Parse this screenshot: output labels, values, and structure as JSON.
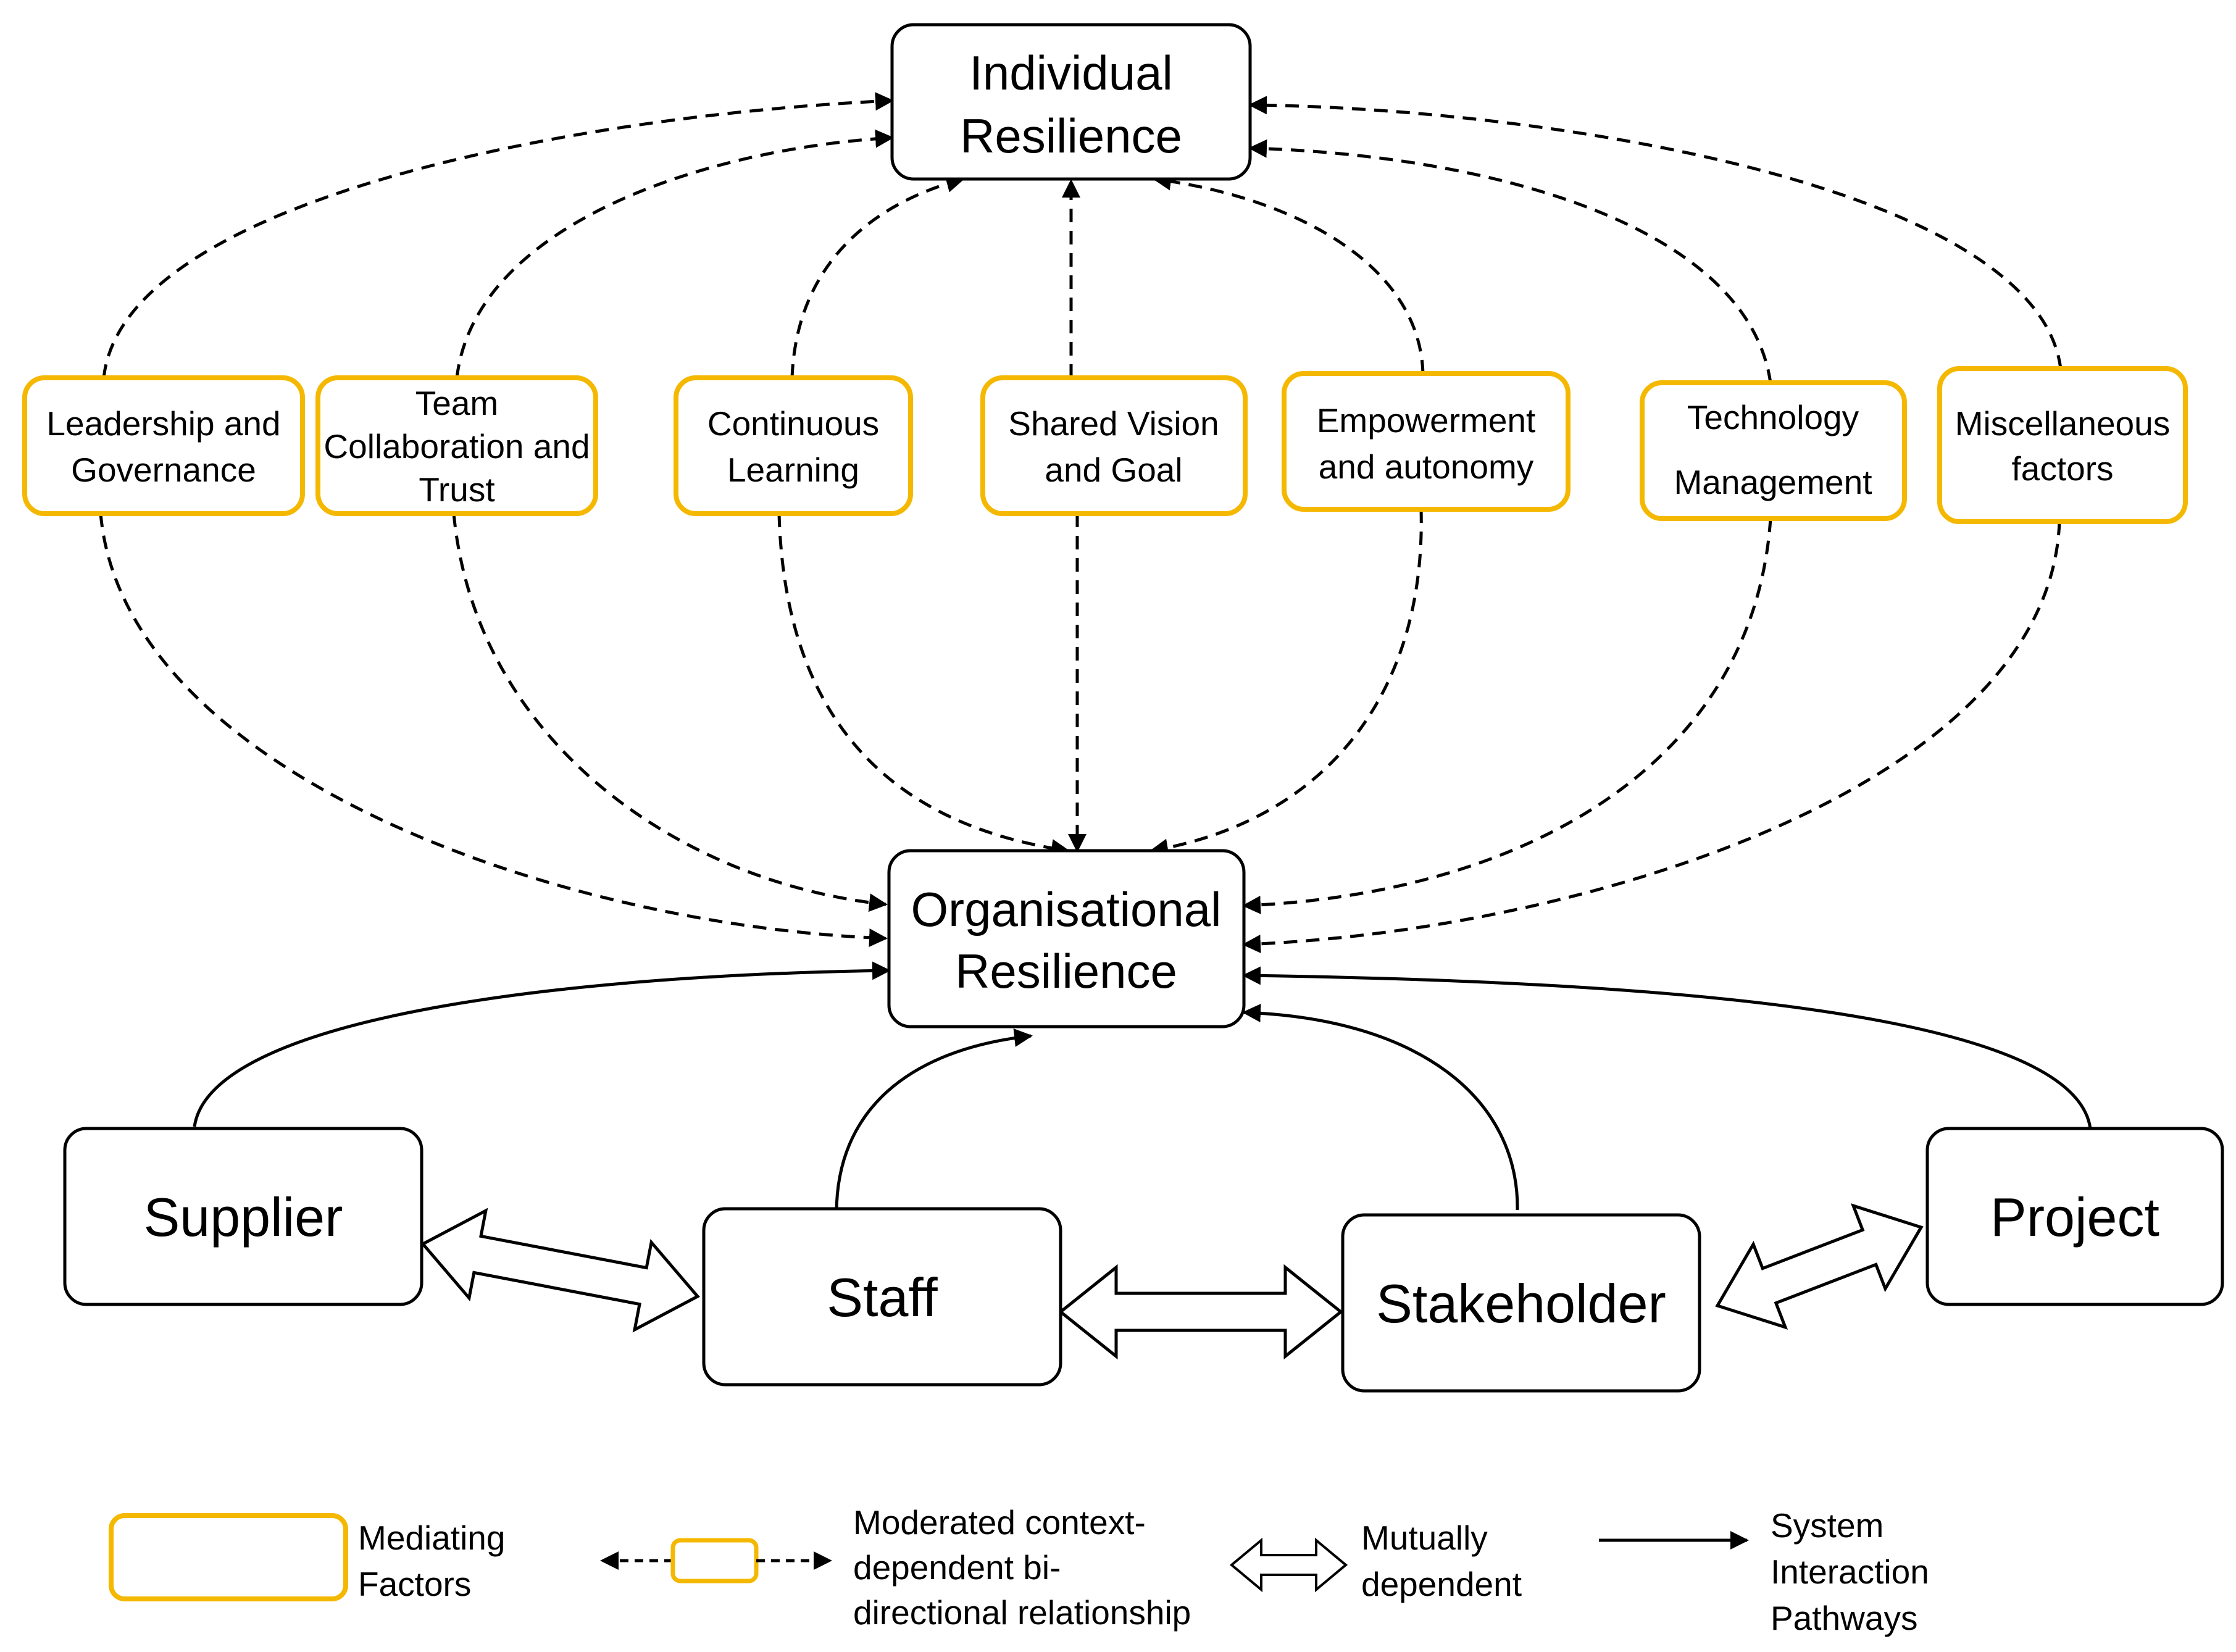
{
  "core": {
    "individual": [
      "Individual",
      "Resilience"
    ],
    "organisational": [
      "Organisational",
      "Resilience"
    ]
  },
  "factors": [
    {
      "id": "leadership",
      "lines": [
        "Leadership and",
        "Governance"
      ]
    },
    {
      "id": "team",
      "lines": [
        "Team",
        "Collaboration and",
        "Trust"
      ]
    },
    {
      "id": "learning",
      "lines": [
        "Continuous",
        "Learning"
      ]
    },
    {
      "id": "vision",
      "lines": [
        "Shared Vision",
        "and Goal"
      ]
    },
    {
      "id": "empowerment",
      "lines": [
        "Empowerment",
        "and autonomy"
      ]
    },
    {
      "id": "technology",
      "lines": [
        "Technology",
        "Management"
      ]
    },
    {
      "id": "misc",
      "lines": [
        "Miscellaneous",
        "factors"
      ]
    }
  ],
  "entities": {
    "supplier": "Supplier",
    "staff": "Staff",
    "stakeholder": "Stakeholder",
    "project": "Project"
  },
  "legend": {
    "mediating": [
      "Mediating",
      "Factors"
    ],
    "moderated": [
      "Moderated context-",
      "dependent bi-",
      "directional relationship"
    ],
    "mutual": [
      "Mutually",
      "dependent"
    ],
    "system": [
      "System",
      "Interaction",
      "Pathways"
    ]
  },
  "colors": {
    "factor_border": "#F5B800",
    "line": "#000000",
    "background": "#FFFFFF"
  }
}
